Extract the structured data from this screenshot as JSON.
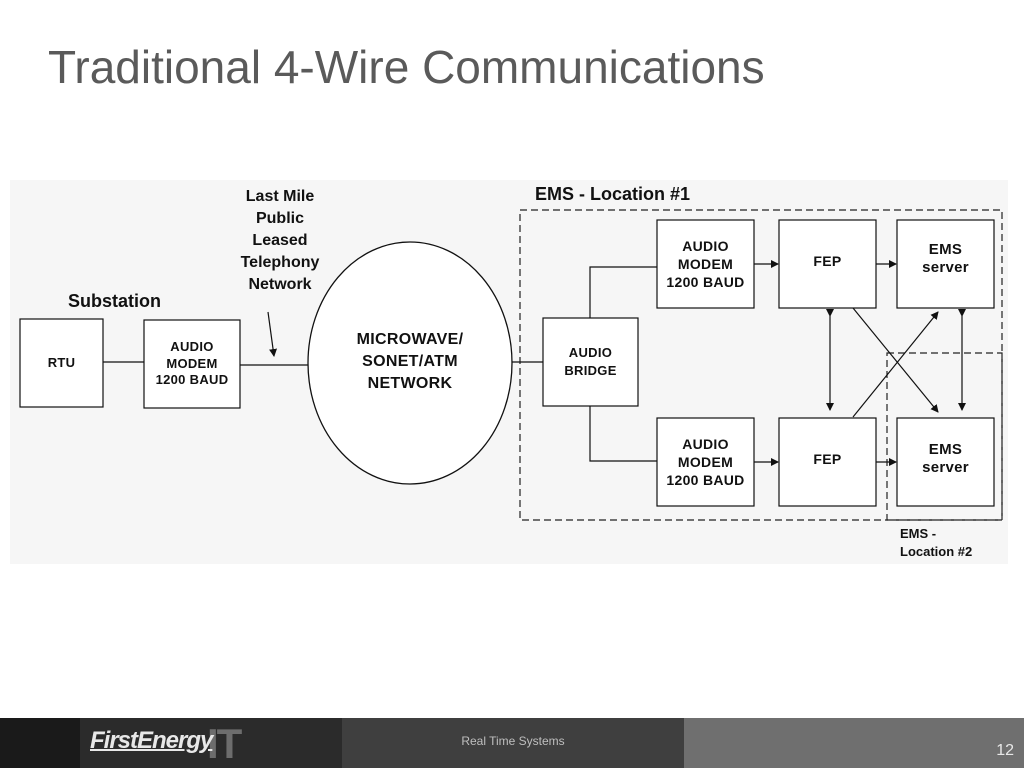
{
  "slide": {
    "title": "Traditional 4-Wire Communications"
  },
  "diagram": {
    "substation_label": "Substation",
    "last_mile_label": [
      "Last  Mile",
      "Public",
      "Leased",
      "Telephony",
      "Network"
    ],
    "ems_location1_label": "EMS - Location #1",
    "ems_location2_label": [
      "EMS -",
      "Location #2"
    ],
    "nodes": {
      "rtu": "RTU",
      "sub_modem": [
        "AUDIO",
        "MODEM",
        "1200 BAUD"
      ],
      "network": [
        "MICROWAVE/",
        "SONET/ATM",
        "NETWORK"
      ],
      "bridge": [
        "AUDIO",
        "BRIDGE"
      ],
      "modem_top": [
        "AUDIO",
        "MODEM",
        "1200 BAUD"
      ],
      "modem_bottom": [
        "AUDIO",
        "MODEM",
        "1200 BAUD"
      ],
      "fep_top": "FEP",
      "fep_bottom": "FEP",
      "ems_top": [
        "EMS",
        "server"
      ],
      "ems_bottom": [
        "EMS",
        "server"
      ]
    }
  },
  "footer": {
    "logo": "FirstEnergy",
    "logo_suffix": "IT",
    "center_text": "Real Time Systems",
    "page_number": "12"
  }
}
